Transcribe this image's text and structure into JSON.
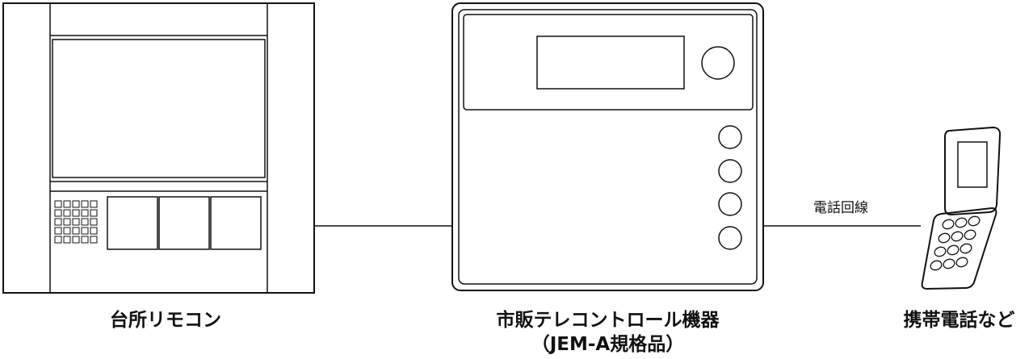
{
  "devices": {
    "kitchen_remote": {
      "label": "台所リモコン"
    },
    "controller": {
      "label_line1": "市販テレコントロール機器",
      "label_line2": "（JEM-A規格品）"
    },
    "phone": {
      "label": "携帯電話など"
    }
  },
  "connection": {
    "label": "電話回線"
  }
}
